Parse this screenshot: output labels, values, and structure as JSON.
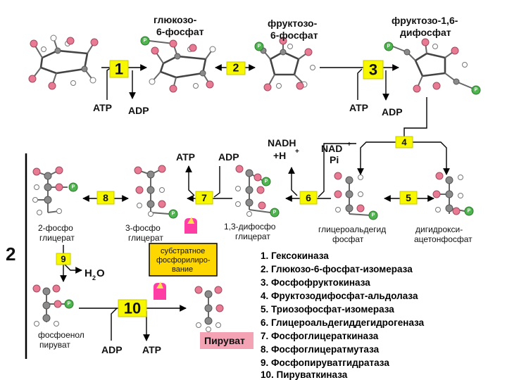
{
  "molecules": {
    "glucose_6_phosphate": [
      "глюкозо-",
      "6-фосфат"
    ],
    "fructose_6_phosphate": [
      "фруктозо-",
      "6-фосфат"
    ],
    "fructose_1_6_bisphosphate": [
      "фруктозо-1,6-",
      "дифосфат"
    ],
    "phosphoglycerate_2": [
      "2-фосфо",
      "глицерат"
    ],
    "phosphoglycerate_3": [
      "3-фосфо",
      "глицерат"
    ],
    "bisphosphoglycerate_1_3": [
      "1,3-дифосфо",
      "глицерат"
    ],
    "glyceraldehyde_phosphate": [
      "глицероальдегид",
      "фосфат"
    ],
    "dihydroxyacetone_phosphate": [
      "дигидрокси-",
      "ацетонфосфат"
    ],
    "phosphoenolpyruvate": [
      "фосфоенол",
      "пируват"
    ],
    "pyruvate": "Пируват"
  },
  "cofactors": {
    "atp": "ATP",
    "adp": "ADP",
    "nadh": "NADH",
    "plus_h": "+H",
    "plus": "+",
    "nad": "NAD",
    "pi": "Pi",
    "water": "H",
    "water_sub": "2",
    "water_o": "O"
  },
  "steps": [
    "1",
    "2",
    "3",
    "4",
    "5",
    "6",
    "7",
    "8",
    "9",
    "10"
  ],
  "stage_label": "2",
  "phosphate_symbol": "P",
  "substrate_note": [
    "субстратное",
    "фосфорилиро-",
    "вание"
  ],
  "enzymes": [
    "1. Гексокиназа",
    "2. Глюкозо-6-фосфат-изомераза",
    "3. Фосфофруктокиназа",
    "4. Фруктозодифосфат-альдолаза",
    "5. Триозофосфат-изомераза",
    "6. Глицероальдегиддегидрогеназа",
    "7. Фосфоглицераткиназа",
    "8. Фосфоглицератмутаза",
    "9. Фосфопируватгидратаза",
    "10. Пируваткиназа"
  ],
  "colors": {
    "step_box": "#f7f700",
    "note_box": "#ffd700",
    "pyruvate_box": "#f4a3b4",
    "phosphate": "#4fb34f",
    "oxygen": "#e87a93",
    "carbon": "#8a8a8a",
    "energy_icon": "#ff3da5"
  }
}
